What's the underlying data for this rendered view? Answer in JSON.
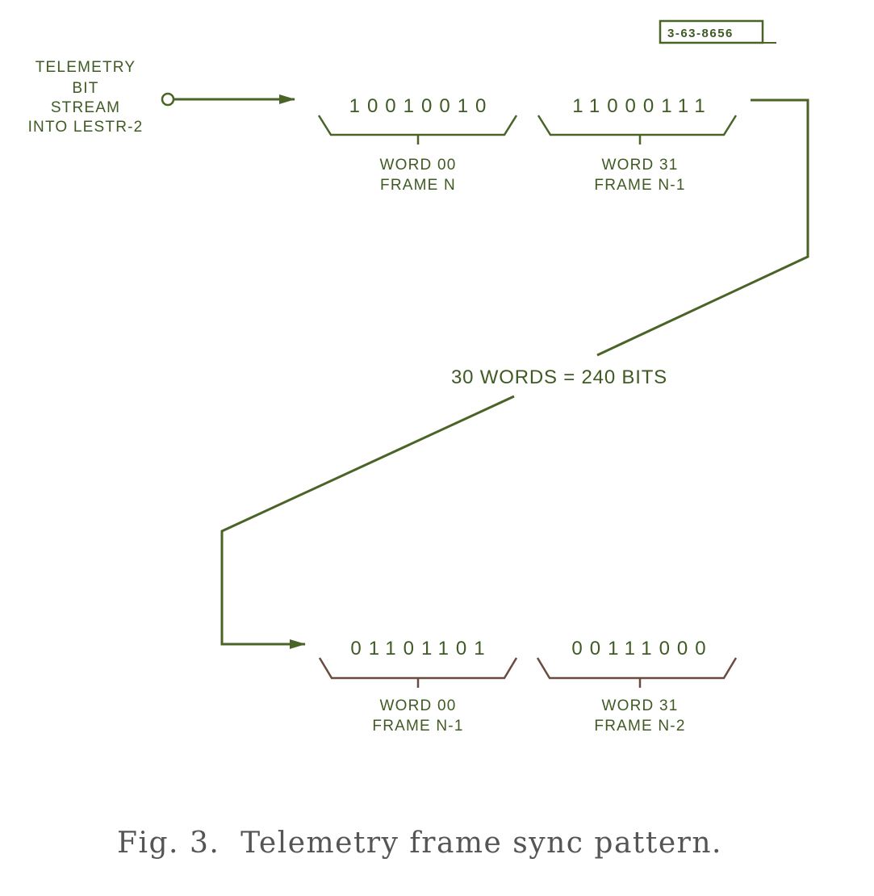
{
  "drawing_number": "3-63-8656",
  "input": {
    "label_lines": [
      "TELEMETRY",
      "BIT",
      "STREAM",
      "INTO LESTR-2"
    ]
  },
  "top_row": [
    {
      "bits": "10010010",
      "word": "WORD 00",
      "frame": "FRAME N"
    },
    {
      "bits": "11000111",
      "word": "WORD 31",
      "frame": "FRAME N-1"
    }
  ],
  "middle_label": "30 WORDS = 240 BITS",
  "bottom_row": [
    {
      "bits": "01101101",
      "word": "WORD 00",
      "frame": "FRAME N-1"
    },
    {
      "bits": "00111000",
      "word": "WORD 31",
      "frame": "FRAME N-2"
    }
  ],
  "caption": "Fig. 3.  Telemetry frame sync pattern.",
  "colors": {
    "ink": "#4a6327",
    "text": "#3f5a22",
    "lower_bracket": "#6b4a40",
    "caption": "#555555"
  }
}
